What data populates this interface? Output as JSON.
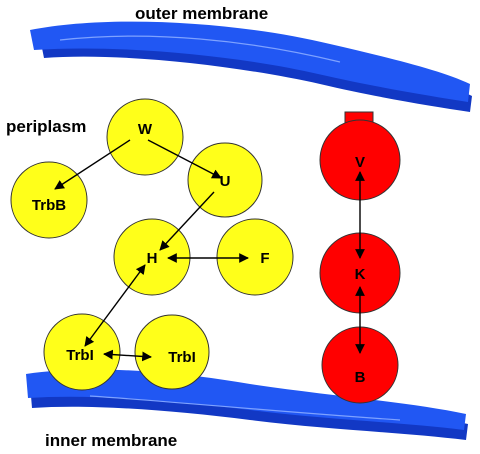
{
  "labels": {
    "outer_membrane": "outer membrane",
    "periplasm": "periplasm",
    "inner_membrane": "inner membrane"
  },
  "nodes": {
    "W": "W",
    "U": "U",
    "TrbB": "TrbB",
    "H": "H",
    "F": "F",
    "TrbI_left": "TrbI",
    "TrbI_right": "TrbI",
    "V": "V",
    "K": "K",
    "B": "B"
  },
  "colors": {
    "membrane": "#2157f3",
    "membrane_dark": "#1238c4",
    "membrane_highlight": "#7ea2ff",
    "periplasmic_protein": "#ffff1a",
    "channel_protein": "#ff0000",
    "outline": "#333333"
  }
}
